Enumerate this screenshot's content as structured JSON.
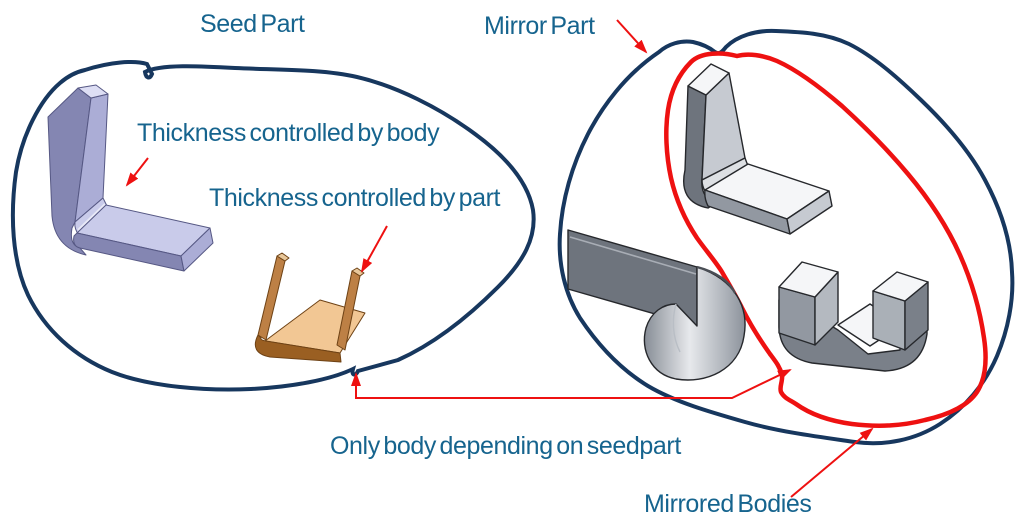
{
  "labels": {
    "seed_part": "Seed Part",
    "mirror_part": "Mirror Part",
    "thickness_body": "Thickness controlled by body",
    "thickness_part": "Thickness controlled by part",
    "only_body": "Only body depending on seedpart",
    "mirrored_bodies": "Mirrored Bodies"
  },
  "colors": {
    "textBlue": "#16648E",
    "navy": "#17375E",
    "red": "#EE1111",
    "purpleTop": "#DDDEF4",
    "purpleLight": "#C9CBEA",
    "purpleMid": "#ABADD6",
    "purpleDark": "#8486B2",
    "purpleEdge": "#565884",
    "orangeLight": "#F2C794",
    "orangeMid": "#C08048",
    "orangeWall": "#BD8045",
    "orangeDark": "#9A5F22",
    "orangeCap": "#E8C79A",
    "orangeEdge": "#6E4215",
    "grayWhite": "#F5F6F8",
    "grayLight": "#C6CAD1",
    "grayFillet": "#DDE0E4",
    "grayMid": "#9298A1",
    "grayDark": "#7A8089",
    "grayDarker": "#6E747D",
    "grayEdge": "#26282C"
  }
}
